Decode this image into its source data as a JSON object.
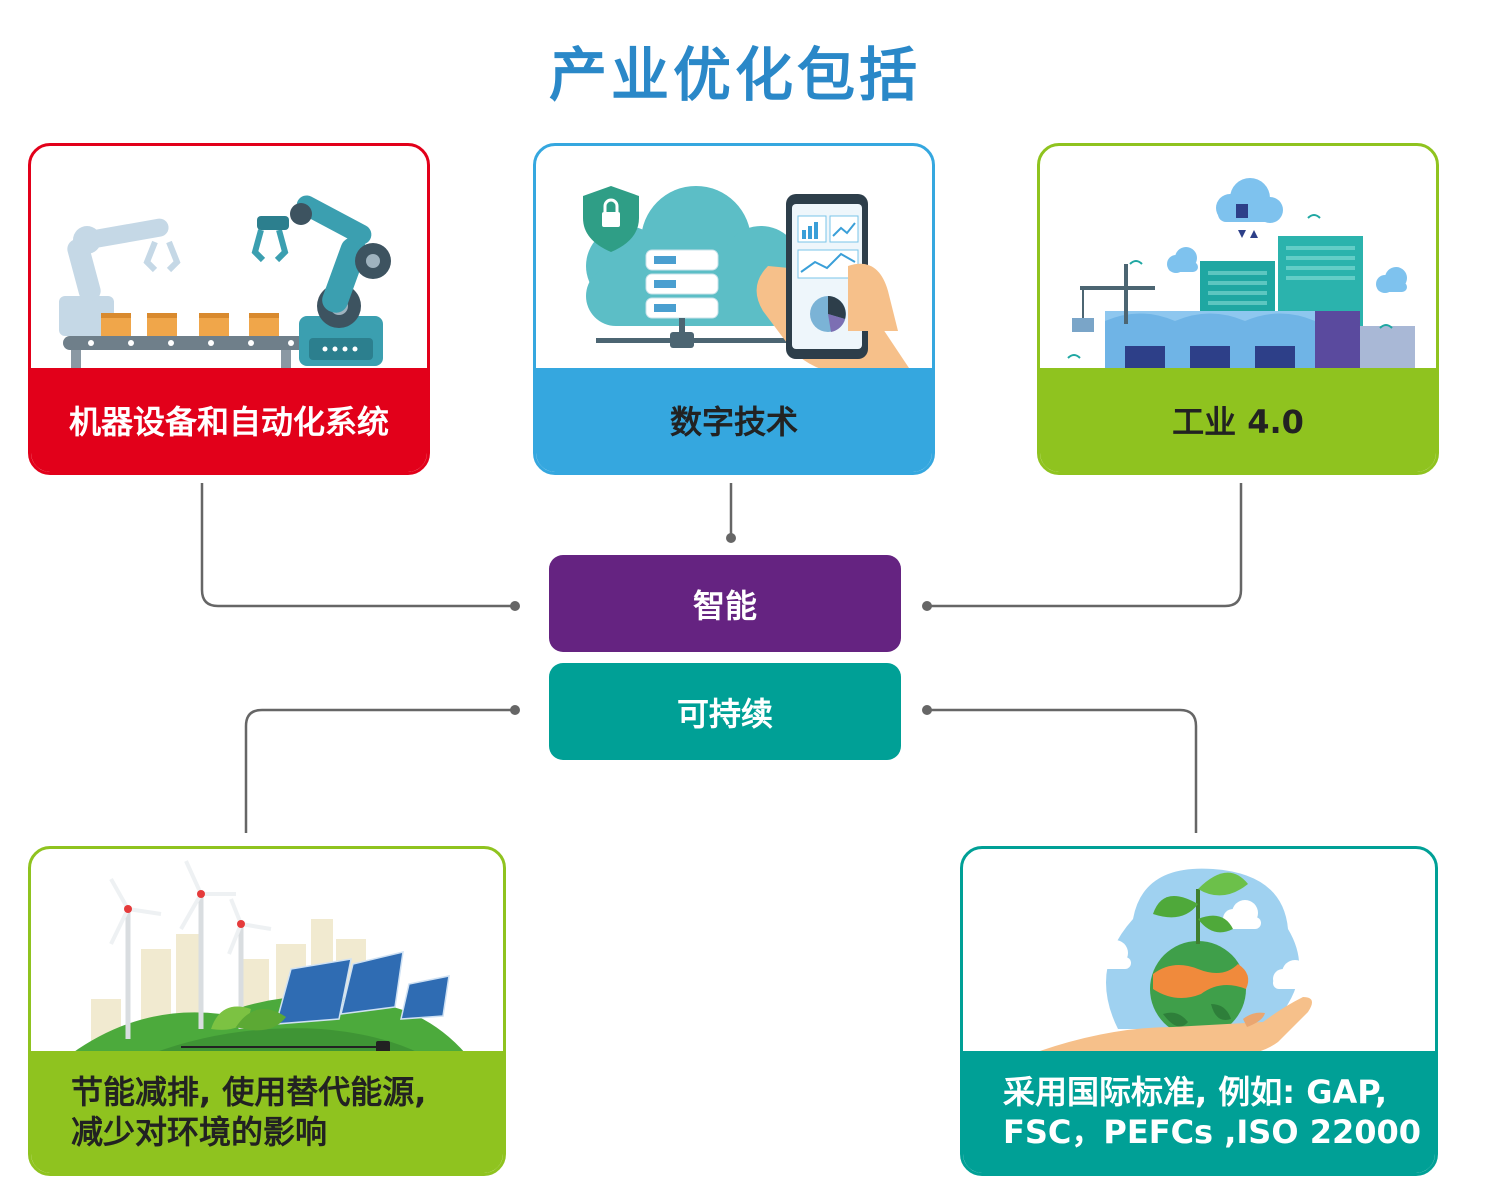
{
  "title": "产业优化包括",
  "colors": {
    "title": "#2a88c8",
    "machinery": "#e2001a",
    "digital": "#35a7df",
    "industry": "#8fc31f",
    "smart": "#652381",
    "sustainable": "#00a096",
    "energy": "#8fc31f",
    "standards": "#00a096",
    "connector": "#666666"
  },
  "top_cards": [
    {
      "label": "机器设备和自动化系统",
      "illustration": "robot-arm-conveyor-illustration"
    },
    {
      "label": "数字技术",
      "illustration": "cloud-server-phone-illustration"
    },
    {
      "label": "工业 4.0",
      "illustration": "smart-factory-illustration"
    }
  ],
  "hubs": {
    "smart": "智能",
    "sustainable": "可持续"
  },
  "bottom_cards": [
    {
      "lines": [
        "节能减排, 使用替代能源,",
        "减少对环境的影响"
      ],
      "illustration": "wind-solar-illustration"
    },
    {
      "lines": [
        "采用国际标准, 例如: GAP,",
        "FSC，PEFCs ,ISO 22000"
      ],
      "illustration": "hand-plant-globe-illustration"
    }
  ]
}
